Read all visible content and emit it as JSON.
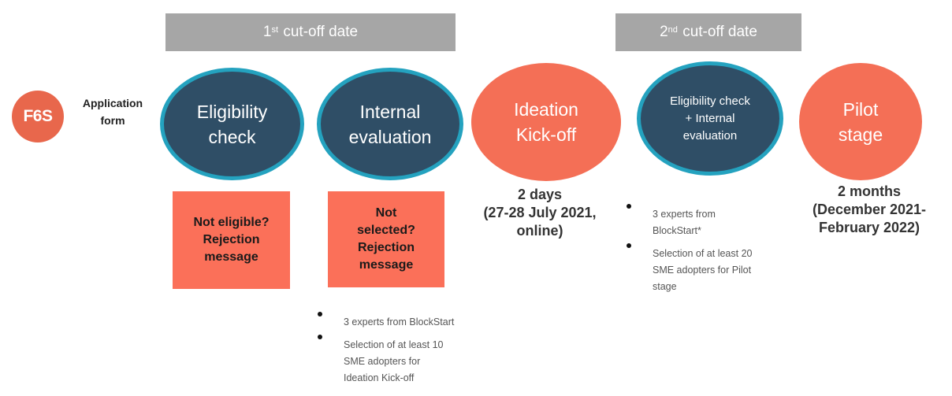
{
  "banners": {
    "first": {
      "sup": "st",
      "num": "1",
      "text": "cut-off date"
    },
    "second": {
      "sup": "nd",
      "num": "2",
      "text": "cut-off date"
    }
  },
  "logo": {
    "text": "F6S",
    "color": "#e8674c"
  },
  "application_label": "Application\nform",
  "stages": {
    "eligibility": "Eligibility\ncheck",
    "internal_eval": "Internal\nevaluation",
    "ideation": "Ideation\nKick-off",
    "combined": "Eligibility check\n+ Internal\nevaluation",
    "pilot": "Pilot\nstage"
  },
  "rejections": {
    "not_eligible": "Not eligible?\nRejection\nmessage",
    "not_selected": "Not\nselected?\nRejection\nmessage"
  },
  "durations": {
    "ideation": "2 days\n(27-28 July 2021,\nonline)",
    "pilot": "2 months\n(December 2021-\nFebruary 2022)"
  },
  "bullets_first": [
    "3 experts from BlockStart",
    "Selection of at least 10\nSME adopters for\nIdeation Kick-off"
  ],
  "bullets_second": [
    "3 experts from\nBlockStart*",
    "Selection of at least 20\nSME adopters for Pilot\nstage"
  ],
  "colors": {
    "dark_blue": "#2f4e66",
    "ring": "#24a2bf",
    "orange": "#f46f56",
    "reject_fill": "#fb7059",
    "banner_gray": "#a6a6a6"
  }
}
